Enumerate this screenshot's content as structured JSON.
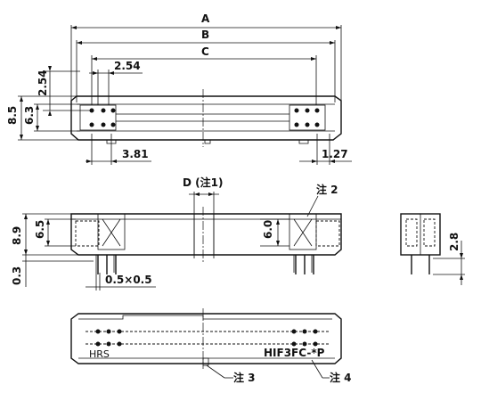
{
  "dimensions": {
    "A": "A",
    "B": "B",
    "C": "C",
    "D": "D (注1)",
    "pitch": "2.54",
    "h_total": "8.5",
    "h_body": "6.3",
    "left_offset": "3.81",
    "right_offset": "1.27",
    "side_h1": "8.9",
    "side_h2": "6.5",
    "side_h3": "6.0",
    "side_h4": "0.3",
    "pin_size": "0.5×0.5",
    "end_h": "2.8"
  },
  "notes": {
    "note1": "注1",
    "note2": "注 2",
    "note3": "注 3",
    "note4": "注 4"
  },
  "labels": {
    "brand": "HRS",
    "part_number": "HIF3FC-*P"
  }
}
